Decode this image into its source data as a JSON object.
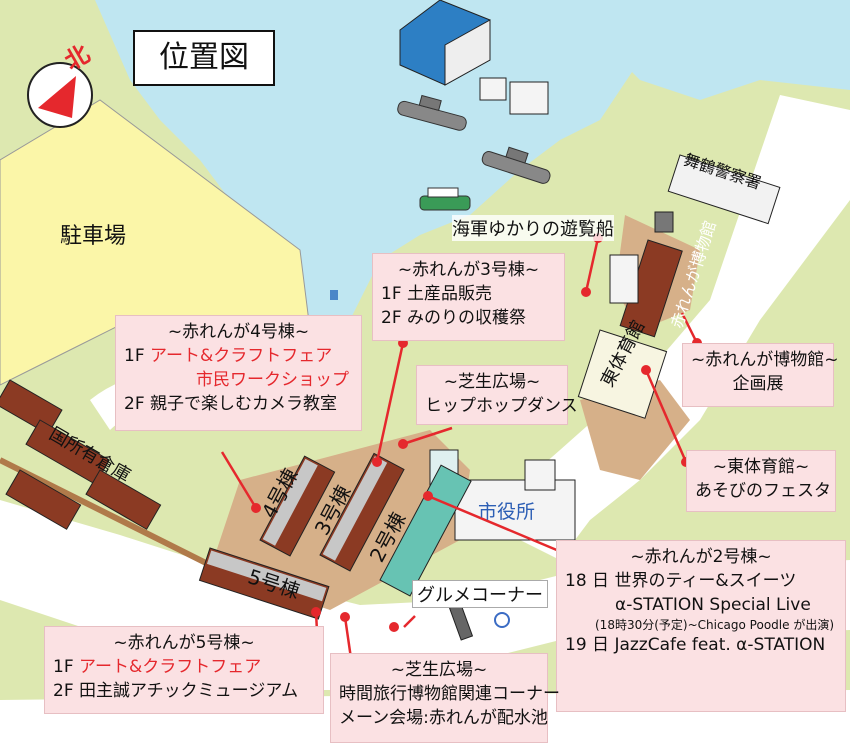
{
  "title": "位置図",
  "north": "北",
  "colors": {
    "water": "#bfe6f1",
    "grass": "#dde8b0",
    "lot": "#fbf6a8",
    "road": "#ffffff",
    "plaza": "#d6b089",
    "brick": "#8b3a23",
    "teal": "#67c3b3",
    "callout": "#fbe1e3",
    "accent": "#e5282d"
  },
  "places": {
    "parking": "駐車場",
    "police": "舞鶴警察署",
    "city_hall": "市役所",
    "warehouse": "国所有倉庫",
    "b2": "2号棟",
    "b3": "3号棟",
    "b4": "4号棟",
    "b5": "5号棟",
    "gym": "東体育館",
    "museum": "赤れんが博物館"
  },
  "boat": "海軍ゆかりの遊覧船",
  "gourmet": "グルメコーナー",
  "b3_box": {
    "title": "~赤れんが3号棟~",
    "lines": [
      "1F 土産品販売",
      "2F みのりの収穫祭"
    ]
  },
  "b4_box": {
    "title": "~赤れんが4号棟~",
    "prefix1": "1F ",
    "red1": "アート&クラフトフェア",
    "red2": "市民ワークショップ",
    "line3": "2F 親子で楽しむカメラ教室"
  },
  "lawn_box": {
    "title": "~芝生広場~",
    "line": "ヒップホップダンス"
  },
  "museum_box": {
    "title": "~赤れんが博物館~",
    "line": "企画展"
  },
  "gym_box": {
    "title": "~東体育館~",
    "line": "あそびのフェスタ"
  },
  "b2_box": {
    "title": "~赤れんが2号棟~",
    "l1": "18 日 世界のティー&スイーツ",
    "l2": "α-STATION Special Live",
    "l3": "(18時30分(予定)~Chicago Poodle が出演)",
    "l4": "19 日 JazzCafe feat. α-STATION"
  },
  "b5_box": {
    "title": "~赤れんが5号棟~",
    "prefix1": "1F ",
    "red1": "アート&クラフトフェア",
    "line2": "2F 田主誠アチックミュージアム"
  },
  "lawn2_box": {
    "title": "~芝生広場~",
    "l1": "時間旅行博物館関連コーナー",
    "l2": "メーン会場:赤れんが配水池"
  }
}
